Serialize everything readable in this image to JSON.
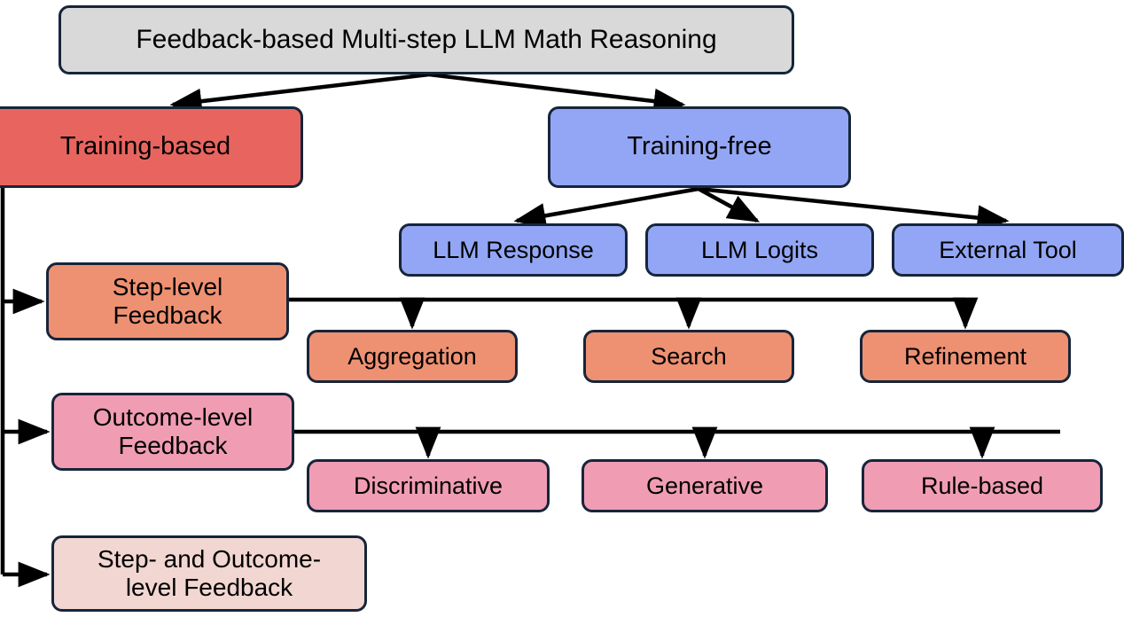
{
  "diagram": {
    "title": "Feedback-based Multi-step LLM Math Reasoning",
    "type": "taxonomy-tree",
    "palette": {
      "root": "#d9d9d9",
      "training_based": "#e8655f",
      "training_free": "#93a6f5",
      "step_level": "#ee9172",
      "outcome_level": "#f09db4",
      "step_and_outcome": "#f2d6d1",
      "border": "#16253a",
      "edge": "#000000",
      "background": "#ffffff"
    },
    "nodes": {
      "root": {
        "label": "Feedback-based Multi-step LLM Math Reasoning"
      },
      "training_based": {
        "label": "Training-based"
      },
      "training_free": {
        "label": "Training-free"
      },
      "llm_response": {
        "label": "LLM Response"
      },
      "llm_logits": {
        "label": "LLM Logits"
      },
      "external_tool": {
        "label": "External Tool"
      },
      "step_level": {
        "label": "Step-level\nFeedback"
      },
      "aggregation": {
        "label": "Aggregation"
      },
      "search": {
        "label": "Search"
      },
      "refinement": {
        "label": "Refinement"
      },
      "outcome_level": {
        "label": "Outcome-level\nFeedback"
      },
      "discriminative": {
        "label": "Discriminative"
      },
      "generative": {
        "label": "Generative"
      },
      "rule_based": {
        "label": "Rule-based"
      },
      "step_and_outcome": {
        "label": "Step- and Outcome-\nlevel Feedback"
      }
    },
    "edges": [
      {
        "from": "root",
        "to": "training_based",
        "style": "arrow"
      },
      {
        "from": "root",
        "to": "training_free",
        "style": "arrow"
      },
      {
        "from": "training_free",
        "to": "llm_response",
        "style": "arrow"
      },
      {
        "from": "training_free",
        "to": "llm_logits",
        "style": "arrow"
      },
      {
        "from": "training_free",
        "to": "external_tool",
        "style": "arrow"
      },
      {
        "from": "training_based",
        "to": "step_level",
        "style": "elbow-arrow"
      },
      {
        "from": "training_based",
        "to": "outcome_level",
        "style": "elbow-arrow"
      },
      {
        "from": "training_based",
        "to": "step_and_outcome",
        "style": "elbow-arrow"
      },
      {
        "from": "step_level",
        "to": "aggregation",
        "style": "bus-arrow"
      },
      {
        "from": "step_level",
        "to": "search",
        "style": "bus-arrow"
      },
      {
        "from": "step_level",
        "to": "refinement",
        "style": "bus-arrow"
      },
      {
        "from": "outcome_level",
        "to": "discriminative",
        "style": "bus-arrow"
      },
      {
        "from": "outcome_level",
        "to": "generative",
        "style": "bus-arrow"
      },
      {
        "from": "outcome_level",
        "to": "rule_based",
        "style": "bus-arrow"
      }
    ]
  }
}
